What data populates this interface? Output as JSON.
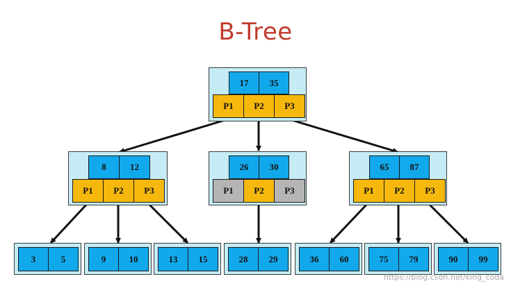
{
  "title": "B-Tree",
  "watermark": "https://blog.csdn.net/king_coda",
  "colors": {
    "title": "#c0392b",
    "node_bg": "#c5ecf5",
    "key": "#12a9ec",
    "pointer": "#f6b80d",
    "pointer_unused": "#b5b5b5"
  },
  "root": {
    "keys": [
      "17",
      "35"
    ],
    "pointers": [
      "P1",
      "P2",
      "P3"
    ]
  },
  "internal": [
    {
      "keys": [
        "8",
        "12"
      ],
      "pointers": [
        "P1",
        "P2",
        "P3"
      ]
    },
    {
      "keys": [
        "26",
        "30"
      ],
      "pointers": [
        "P1",
        "P2",
        "P3"
      ]
    },
    {
      "keys": [
        "65",
        "87"
      ],
      "pointers": [
        "P1",
        "P2",
        "P3"
      ]
    }
  ],
  "leaves": [
    {
      "keys": [
        "3",
        "5"
      ]
    },
    {
      "keys": [
        "9",
        "10"
      ]
    },
    {
      "keys": [
        "13",
        "15"
      ]
    },
    {
      "keys": [
        "28",
        "29"
      ]
    },
    {
      "keys": [
        "36",
        "60"
      ]
    },
    {
      "keys": [
        "75",
        "79"
      ]
    },
    {
      "keys": [
        "90",
        "99"
      ]
    }
  ]
}
